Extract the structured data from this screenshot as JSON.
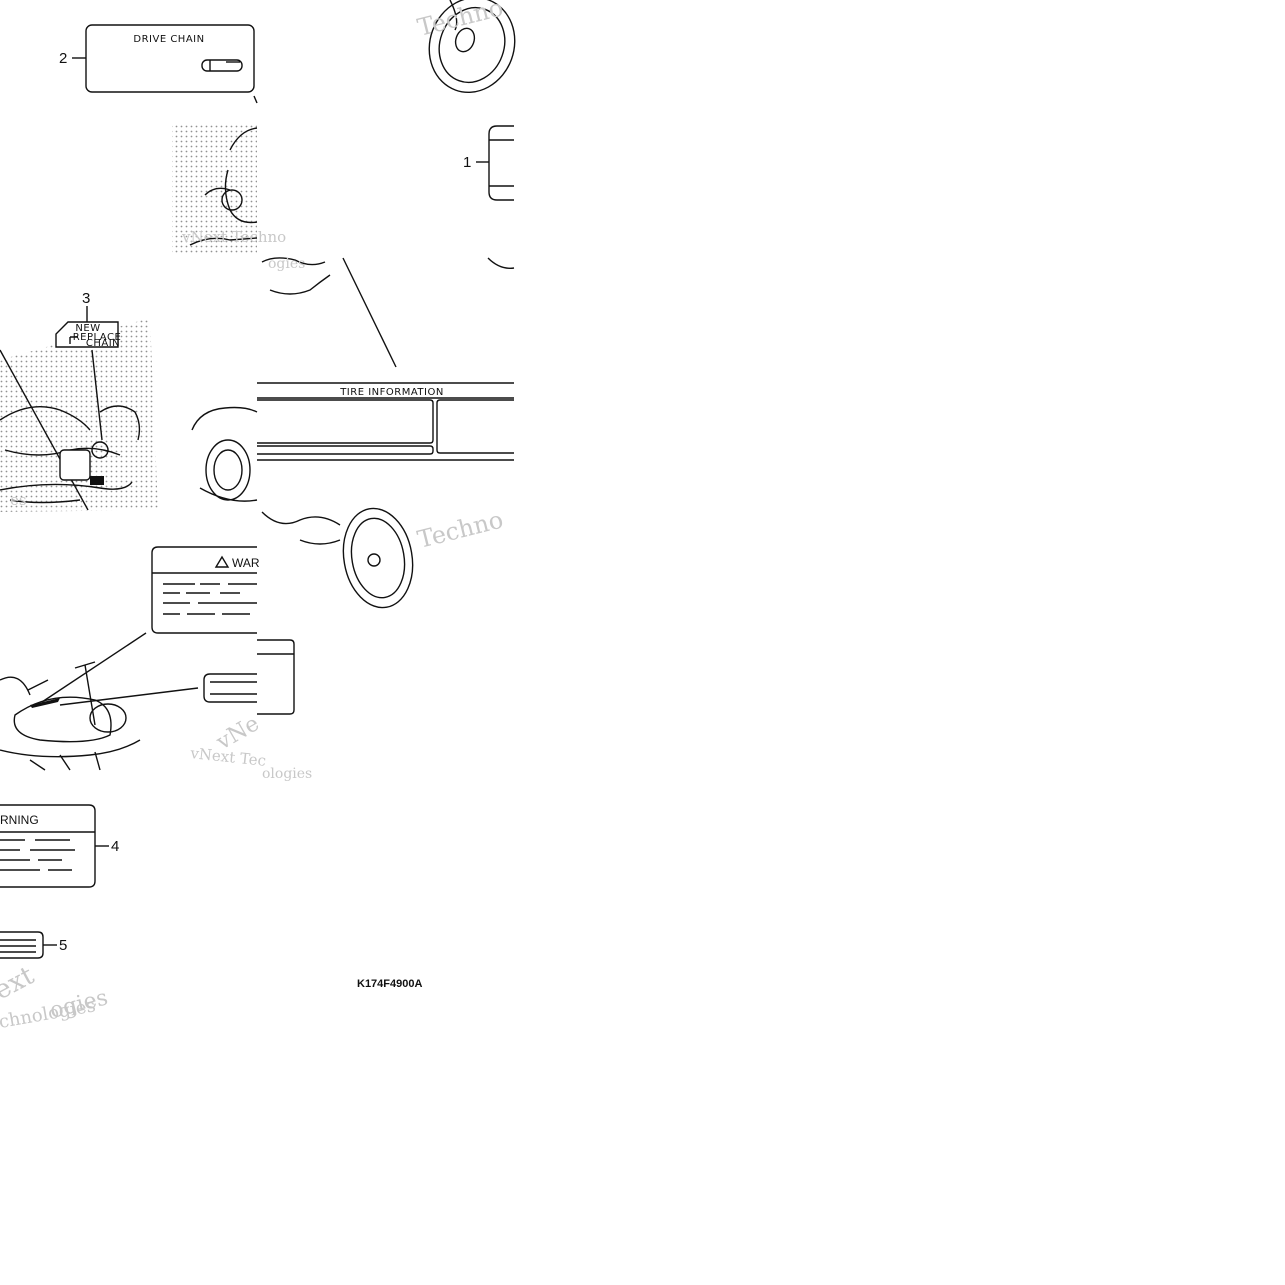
{
  "callouts": {
    "c1": "1",
    "c2": "2",
    "c3": "3",
    "c4": "4",
    "c5": "5"
  },
  "labels": {
    "drive_chain": "DRIVE CHAIN",
    "new": "NEW",
    "replace": "REPLACE",
    "chain": "CHAIN",
    "tire_information": "TIRE INFORMATION",
    "warning_fragment_top": "WAR",
    "warning_fragment_bottom": "RNING"
  },
  "watermarks": {
    "w1": "Techno",
    "w2": "vNext Techno",
    "w3": "ogies",
    "w4": "Techno",
    "w5": "vNe",
    "w6": "vNext Tec",
    "w7": "ologies",
    "w8": "ext",
    "w9": "chnologies",
    "w10": "ogies",
    "w11": "es"
  },
  "figure_code": "K174F4900A"
}
